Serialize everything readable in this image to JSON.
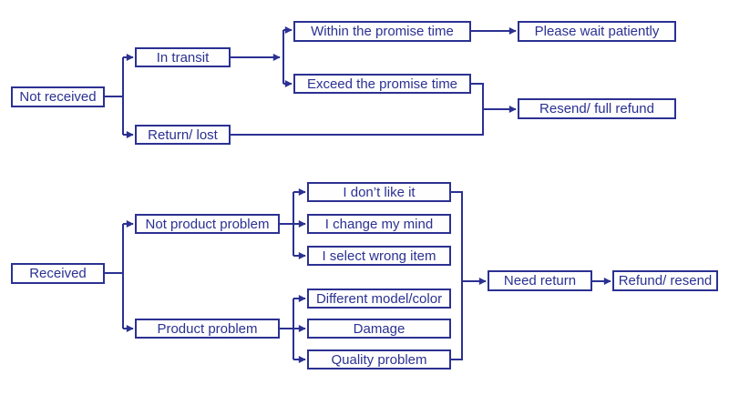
{
  "flowchart": {
    "colors": {
      "line": "#2b3192",
      "text": "#2b3192",
      "box_background": "#ffffff"
    },
    "top": {
      "not_received": {
        "label": "Not received"
      },
      "in_transit": {
        "label": "In transit"
      },
      "return_lost": {
        "label": "Return/ lost"
      },
      "within_promise": {
        "label": "Within the promise time"
      },
      "exceed_promise": {
        "label": "Exceed the promise time"
      },
      "wait_patiently": {
        "label": "Please wait patiently"
      },
      "resend_full_refund": {
        "label": "Resend/ full refund"
      }
    },
    "bottom": {
      "received": {
        "label": "Received"
      },
      "not_product_problem": {
        "label": "Not product problem"
      },
      "product_problem": {
        "label": "Product problem"
      },
      "dont_like": {
        "label": "I don’t like it"
      },
      "change_mind": {
        "label": "I change my mind"
      },
      "wrong_item": {
        "label": "I select wrong item"
      },
      "different_model": {
        "label": "Different model/color"
      },
      "damage": {
        "label": "Damage"
      },
      "quality_problem": {
        "label": "Quality problem"
      },
      "need_return": {
        "label": "Need return"
      },
      "refund_resend": {
        "label": "Refund/ resend"
      }
    }
  }
}
